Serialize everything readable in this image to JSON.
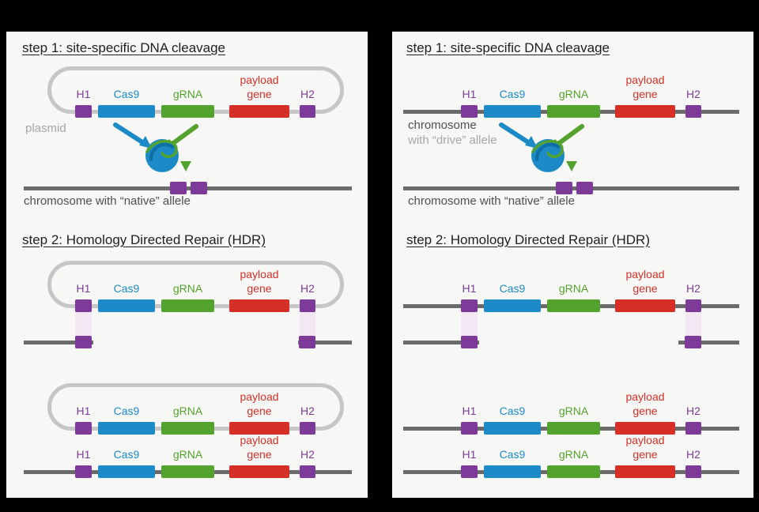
{
  "colors": {
    "purple": "#7e3a98",
    "blue": "#1b8ac6",
    "green": "#53a22d",
    "red": "#d52f27",
    "line": "#6b6b6b",
    "loop": "#c6c6c6",
    "panel": "#f7f7f5",
    "band": "#f3e7f4",
    "caption": "#4f4f4f",
    "muted": "#a6a6a6",
    "title": "#1f1f1f",
    "bg": "#000000"
  },
  "shared": {
    "step1_title": "step 1: site-specific DNA cleavage",
    "step2_title": "step 2: Homology Directed Repair (HDR)",
    "genes": {
      "h1": "H1",
      "cas9": "Cas9",
      "grna": "gRNA",
      "payload": "payload gene",
      "h2": "H2"
    },
    "native_caption": "chromosome with “native” allele"
  },
  "left_panel": {
    "plasmid_label": "plasmid"
  },
  "right_panel": {
    "chromosome_label": "chromosome",
    "drive_allele_label": "with “drive” allele"
  }
}
